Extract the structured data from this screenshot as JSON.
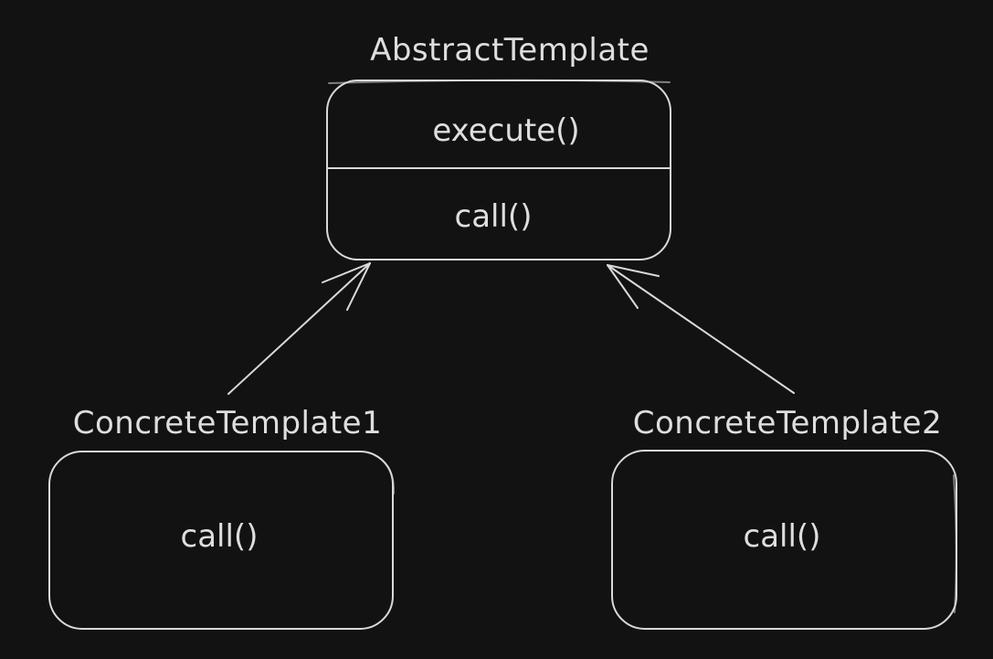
{
  "diagram": {
    "abstract_class": {
      "title": "AbstractTemplate",
      "methods": [
        "execute()",
        "call()"
      ]
    },
    "concrete_classes": [
      {
        "title": "ConcreteTemplate1",
        "methods": [
          "call()"
        ]
      },
      {
        "title": "ConcreteTemplate2",
        "methods": [
          "call()"
        ]
      }
    ]
  },
  "colors": {
    "background": "#121212",
    "stroke": "#d9d9d9",
    "text": "#dedede"
  }
}
